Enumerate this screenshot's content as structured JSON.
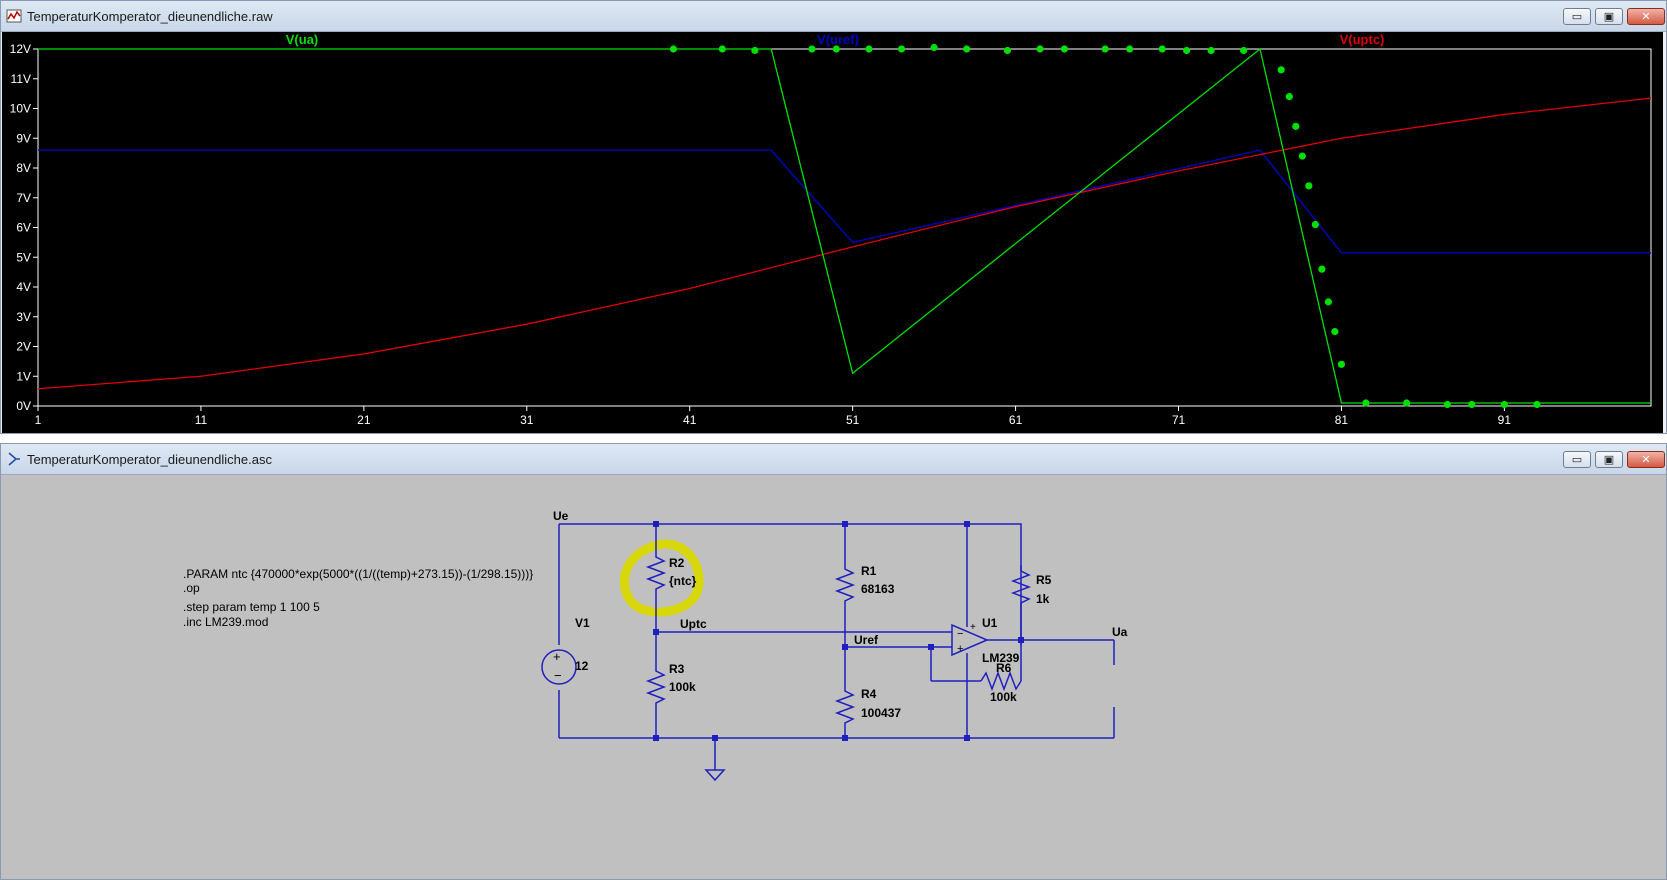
{
  "plot_window": {
    "title": "TemperaturKomperator_dieunendliche.raw",
    "controls": {
      "minimize": "▭",
      "maximize": "▣",
      "close": "✕"
    }
  },
  "schematic_window": {
    "title": "TemperaturKomperator_dieunendliche.asc",
    "controls": {
      "minimize": "▭",
      "maximize": "▣",
      "close": "✕"
    }
  },
  "colors": {
    "ua": "#00e000",
    "uref": "#0000c8",
    "uptc": "#e00000",
    "plot_bg": "#000000",
    "schematic_bg": "#c0c0c0",
    "wire": "#1f1fbf"
  },
  "chart_data": {
    "type": "line",
    "title": "",
    "xlabel": "",
    "ylabel": "",
    "xlim": [
      1,
      100
    ],
    "ylim": [
      0,
      12
    ],
    "grid": false,
    "y_ticks": [
      "0V",
      "1V",
      "2V",
      "3V",
      "4V",
      "5V",
      "6V",
      "7V",
      "8V",
      "9V",
      "10V",
      "11V",
      "12V"
    ],
    "x_ticks": [
      "1",
      "11",
      "21",
      "31",
      "41",
      "51",
      "61",
      "71",
      "81",
      "91"
    ],
    "series": [
      {
        "name": "V(ua)",
        "color": "#00e000",
        "x": [
          1,
          46,
          51,
          76,
          81,
          100
        ],
        "y": [
          12,
          12,
          1.1,
          12,
          0.1,
          0.1
        ],
        "markers_x": [
          40,
          43,
          45,
          48.5,
          50,
          52,
          54,
          56,
          58,
          60.5,
          62.5,
          64,
          66.5,
          68,
          70,
          71.5,
          73,
          75,
          77.3,
          77.8,
          78.2,
          78.6,
          79,
          79.4,
          79.8,
          80.2,
          80.6,
          81,
          82.5,
          85,
          87.5,
          89,
          91,
          93
        ],
        "markers_y": [
          12,
          12,
          11.95,
          12,
          12,
          12,
          12,
          12.05,
          12,
          11.95,
          12,
          12,
          12,
          12,
          12,
          11.95,
          11.95,
          11.95,
          11.3,
          10.4,
          9.4,
          8.4,
          7.4,
          6.1,
          4.6,
          3.5,
          2.5,
          1.4,
          0.1,
          0.1,
          0.05,
          0.05,
          0.05,
          0.05
        ],
        "marker_at_vertices": false
      },
      {
        "name": "V(uref)",
        "color": "#0000c8",
        "x": [
          1,
          46,
          51,
          76,
          81,
          100
        ],
        "y": [
          8.6,
          8.6,
          5.5,
          8.6,
          5.15,
          5.15
        ]
      },
      {
        "name": "V(uptc)",
        "color": "#e00000",
        "x": [
          1,
          11,
          21,
          31,
          41,
          51,
          61,
          71,
          81,
          91,
          100
        ],
        "y": [
          0.58,
          1.0,
          1.75,
          2.75,
          3.95,
          5.35,
          6.7,
          7.9,
          9.0,
          9.8,
          10.35
        ]
      }
    ]
  },
  "schematic": {
    "labels": {
      "ue": "Ue",
      "ua": "Ua",
      "uptc": "Uptc",
      "uref": "Uref",
      "v1_name": "V1",
      "v1_value": "12",
      "r1_name": "R1",
      "r1_value": "68163",
      "r2_name": "R2",
      "r2_value": "{ntc}",
      "r3_name": "R3",
      "r3_value": "100k",
      "r4_name": "R4",
      "r4_value": "100437",
      "r5_name": "R5",
      "r5_value": "1k",
      "r6_name": "R6",
      "r6_value": "100k",
      "u1_name": "U1",
      "u1_value": "LM239",
      "plus": "+",
      "minus": "−"
    },
    "directives": [
      ".PARAM ntc {470000*exp(5000*((1/((temp)+273.15))-(1/298.15)))}",
      ".op",
      ".step param temp 1 100 5",
      ".inc LM239.mod"
    ]
  }
}
